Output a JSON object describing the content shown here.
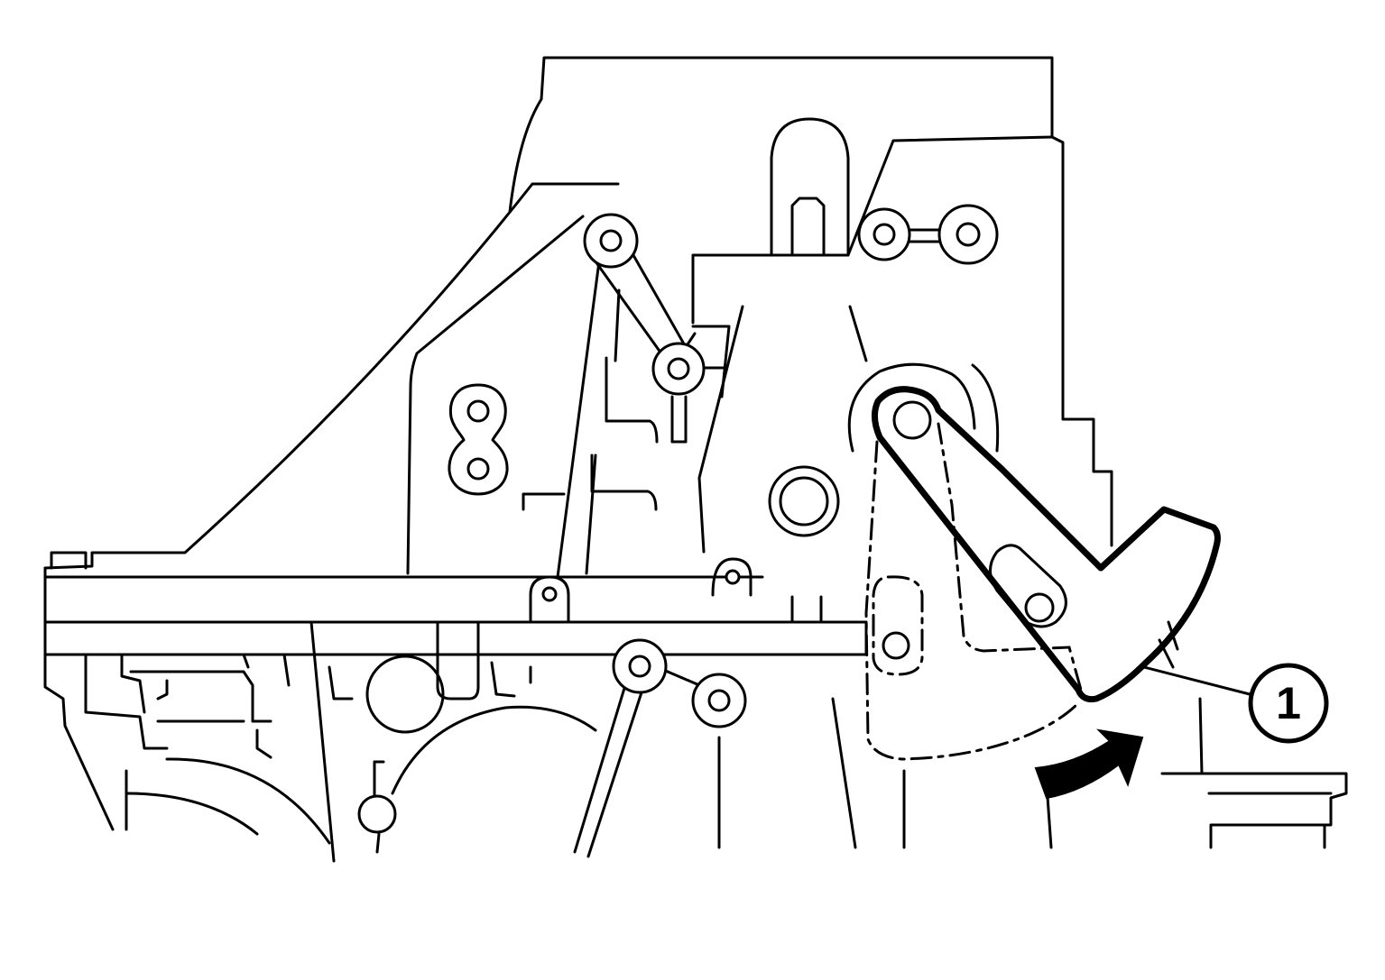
{
  "diagram": {
    "callouts": [
      {
        "id": "1",
        "text": "1"
      }
    ],
    "arrow": {
      "direction": "clockwise"
    }
  }
}
